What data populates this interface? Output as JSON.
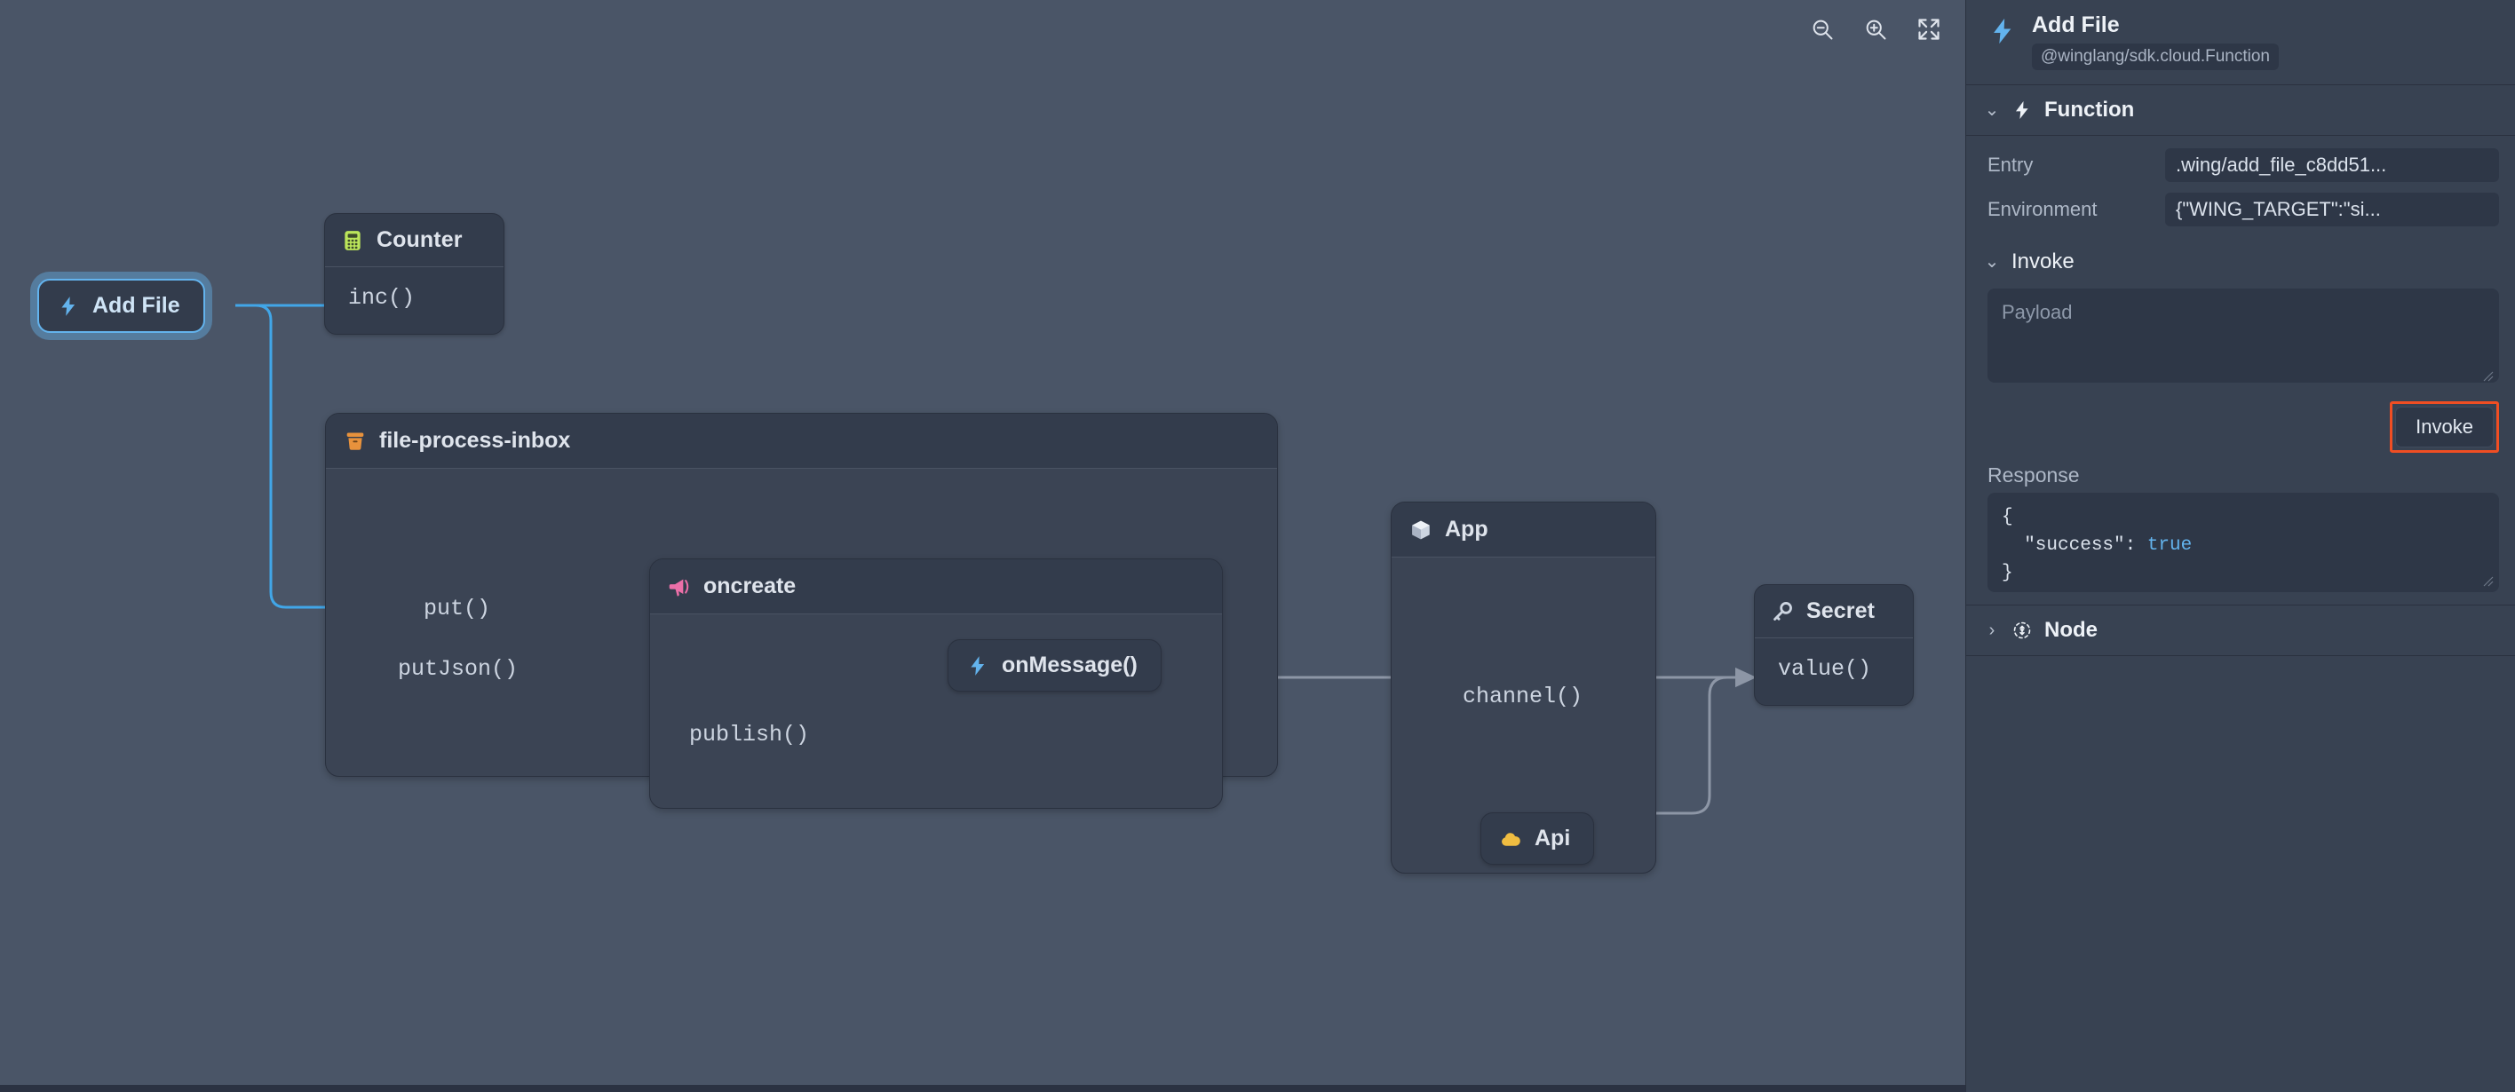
{
  "toolbar": {
    "buttons": [
      {
        "name": "zoom-out-icon",
        "label": "Zoom out"
      },
      {
        "name": "zoom-in-icon",
        "label": "Zoom in"
      },
      {
        "name": "fit-screen-icon",
        "label": "Fit to screen"
      }
    ]
  },
  "canvas": {
    "nodes": {
      "add_file": {
        "label": "Add File",
        "icon": "function-lightning-icon",
        "selected": true
      },
      "counter": {
        "label": "Counter",
        "icon": "calculator-icon",
        "methods": [
          "inc()"
        ]
      },
      "file_process_inbox": {
        "label": "file-process-inbox",
        "icon": "bucket-icon",
        "methods": [
          "put()",
          "putJson()"
        ]
      },
      "oncreate": {
        "label": "oncreate",
        "icon": "megaphone-topic-icon",
        "methods": [
          "publish()"
        ]
      },
      "on_message": {
        "label": "onMessage()",
        "icon": "function-lightning-icon"
      },
      "app": {
        "label": "App",
        "icon": "cube-icon",
        "methods": [
          "channel()"
        ]
      },
      "api": {
        "label": "Api",
        "icon": "cloud-icon"
      },
      "secret": {
        "label": "Secret",
        "icon": "key-icon",
        "methods": [
          "value()"
        ]
      }
    }
  },
  "panel": {
    "header": {
      "title": "Add File",
      "subtitle": "@winglang/sdk.cloud.Function",
      "icon": "function-lightning-icon"
    },
    "function_section": {
      "title": "Function",
      "icon": "function-lightning-icon",
      "expanded": true,
      "chevron": "⌄",
      "attributes": [
        {
          "key": "Entry",
          "value": ".wing/add_file_c8dd51..."
        },
        {
          "key": "Environment",
          "value": "{\"WING_TARGET\":\"si..."
        }
      ]
    },
    "invoke_section": {
      "title": "Invoke",
      "expanded": true,
      "chevron": "⌄",
      "payload_placeholder": "Payload",
      "payload_value": "",
      "invoke_label": "Invoke",
      "highlight_color": "#f04e23",
      "response_label": "Response",
      "response_open": "{",
      "response_key": "  \"success\": ",
      "response_value": "true",
      "response_close": "}"
    },
    "node_section": {
      "title": "Node",
      "icon": "node-tree-icon",
      "expanded": false,
      "chevron": "›"
    }
  },
  "colors": {
    "canvas_bg": "#4a5567",
    "node_bg": "#333c4c",
    "group_bg": "#3b4454",
    "panel_bg": "#384252",
    "accent_blue": "#63b3ed",
    "edge_gray": "#8d96a6",
    "counter_green": "#bbe55a",
    "bucket_orange": "#e8923c",
    "topic_pink": "#ec6fa8",
    "api_yellow": "#f0bd41",
    "highlight_orange": "#f04e23"
  }
}
